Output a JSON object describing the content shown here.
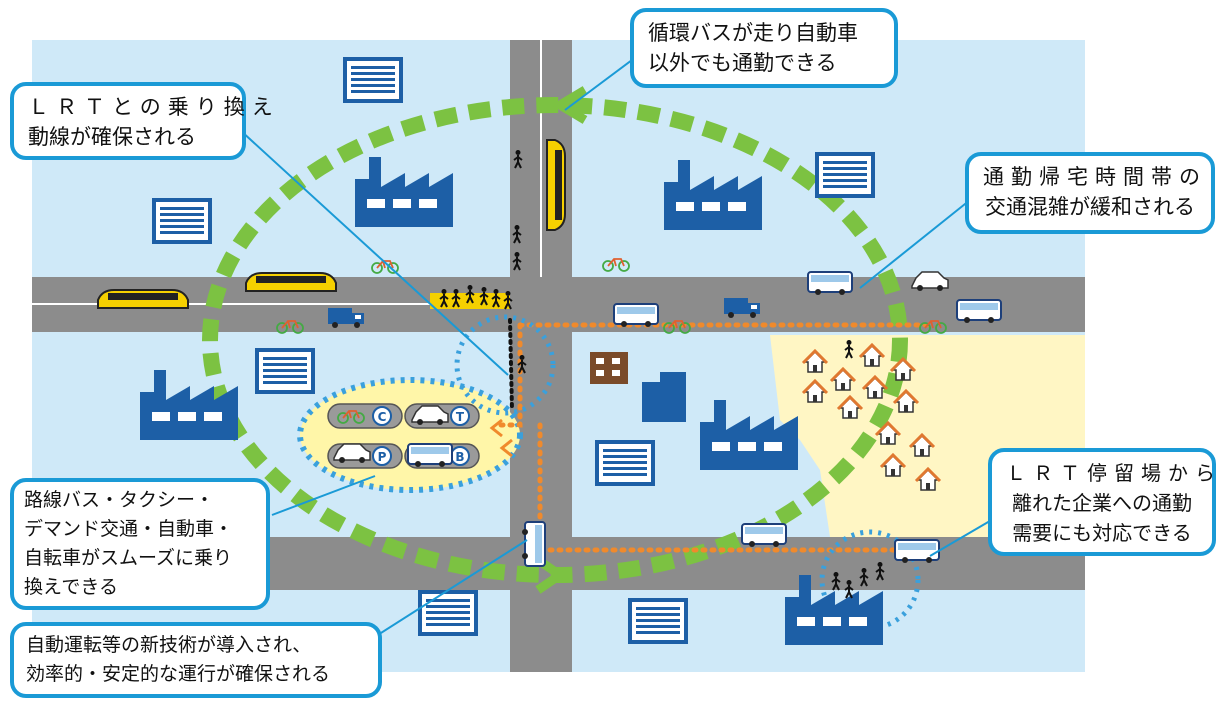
{
  "callouts": {
    "lrt_transfer": {
      "lines": [
        "ＬＲＴとの乗り換え",
        "動線が確保される"
      ]
    },
    "loop_bus": {
      "lines": [
        "循環バスが走り自動車",
        "以外でも通勤できる"
      ]
    },
    "rush_hour": {
      "lines": [
        "通勤帰宅時間帯の",
        "交通混雑が緩和される"
      ]
    },
    "hub_transfer": {
      "lines": [
        "路線バス・タクシー・",
        "デマンド交通・自動車・",
        "自転車がスムーズに乗り",
        "換えできる"
      ]
    },
    "far_companies": {
      "lines": [
        "ＬＲＴ停留場から",
        "離れた企業への通勤",
        "需要にも対応できる"
      ]
    },
    "autonomous": {
      "lines": [
        "自動運転等の新技術が導入され、",
        "効率的・安定的な運行が確保される"
      ]
    }
  },
  "hub_labels": [
    "C",
    "T",
    "P",
    "B"
  ],
  "icons": [
    "factory-icon",
    "office-building-icon",
    "house-icon",
    "lrt-tram-icon",
    "bus-icon",
    "car-icon",
    "truck-icon",
    "bicycle-icon",
    "pedestrian-icon",
    "brick-building-icon"
  ],
  "colors": {
    "block": "#cfe9f8",
    "road": "#8c8c8c",
    "residential": "#fff6c4",
    "loop_dash": "#7cc242",
    "route": "#f08a2c",
    "callout_border": "#1a9ad6",
    "factory": "#1d5fa6",
    "tram": "#f5d000"
  }
}
